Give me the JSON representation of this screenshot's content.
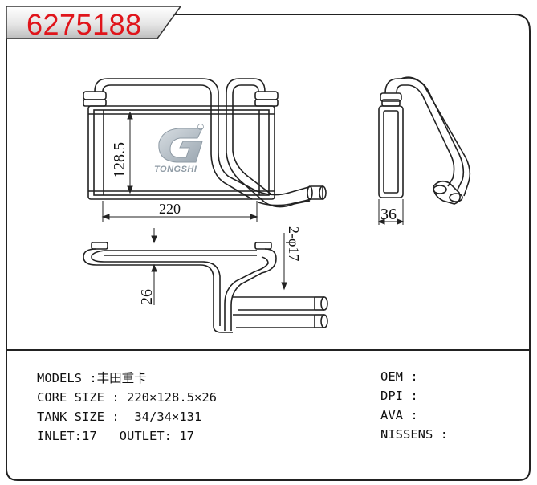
{
  "part_number": "6275188",
  "brand_watermark": "TONGSHI",
  "dimensions": {
    "width": "220",
    "height": "128.5",
    "thickness": "36",
    "pipe_height": "26",
    "pipe_diameter": "2-φ17"
  },
  "specs": {
    "models_label": "MODELS :",
    "models_value": "丰田重卡",
    "core_size_label": "CORE SIZE :",
    "core_size_value": "220×128.5×26",
    "tank_size_label": "TANK SIZE :",
    "tank_size_value": "34/34×131",
    "inlet_label": "INLET:",
    "inlet_value": "17",
    "outlet_label": "OUTLET:",
    "outlet_value": "17"
  },
  "cross_refs": {
    "oem_label": "OEM :",
    "dpi_label": "DPI :",
    "ava_label": "AVA :",
    "nissens_label": "NISSENS :"
  },
  "colors": {
    "part_number": "#e0151b",
    "frame": "#222222",
    "logo": "#b9c3cc"
  }
}
